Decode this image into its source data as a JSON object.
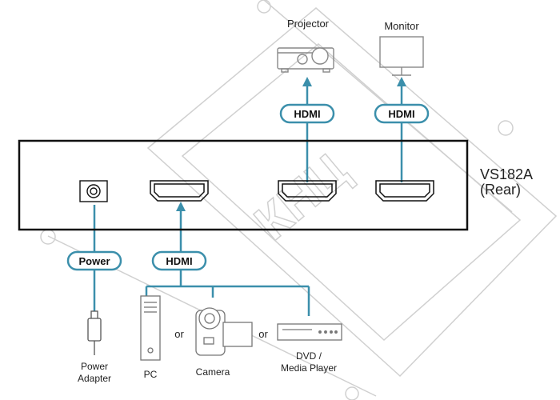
{
  "device": {
    "model": "VS182A",
    "view": "(Rear)"
  },
  "outputs": {
    "projector_label": "Projector",
    "monitor_label": "Monitor"
  },
  "cables": {
    "hdmi": "HDMI",
    "power": "Power"
  },
  "sources": {
    "pc": "PC",
    "camera": "Camera",
    "dvd_line1": "DVD /",
    "dvd_line2": "Media Player",
    "or": "or"
  },
  "power_adapter": {
    "line1": "Power",
    "line2": "Adapter"
  },
  "watermark": {
    "text": "КНЦ"
  },
  "colors": {
    "accent": "#3b8fab",
    "outline": "#111111",
    "device_gray": "#888888",
    "watermark": "#d0d0d0"
  }
}
